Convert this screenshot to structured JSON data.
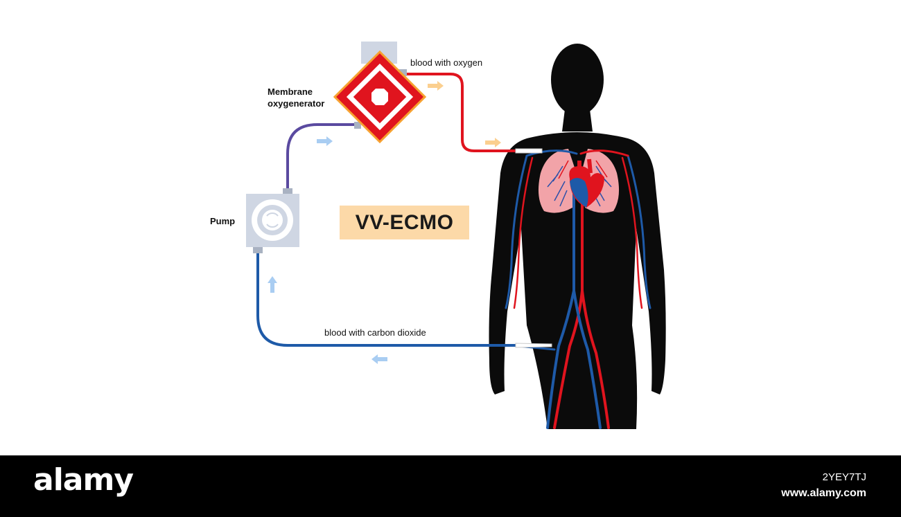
{
  "diagram": {
    "title": "VV-ECMO",
    "labels": {
      "oxygenator": "Membrane\noxygenerator",
      "pump": "Pump",
      "oxygenated_blood": "blood with oxygen",
      "deoxygenated_blood": "blood with carbon dioxide"
    },
    "colors": {
      "oxygenated": "#e0141e",
      "deoxygenated": "#1e5aa8",
      "mixed": "#5a4aa0",
      "body": "#0b0b0b",
      "lungs": "#f2a3a8",
      "title_bg": "#fcd9a8",
      "flow_arrow_warm": "#fbcf8f",
      "flow_arrow_cool": "#a9cdf2"
    },
    "icons": [
      "human-silhouette-icon",
      "heart-icon",
      "lungs-icon",
      "oxygenator-icon",
      "pump-icon",
      "flow-arrow-icon"
    ]
  },
  "footer": {
    "brand": "alamy",
    "image_id": "2YEY7TJ",
    "site": "www.alamy.com"
  }
}
